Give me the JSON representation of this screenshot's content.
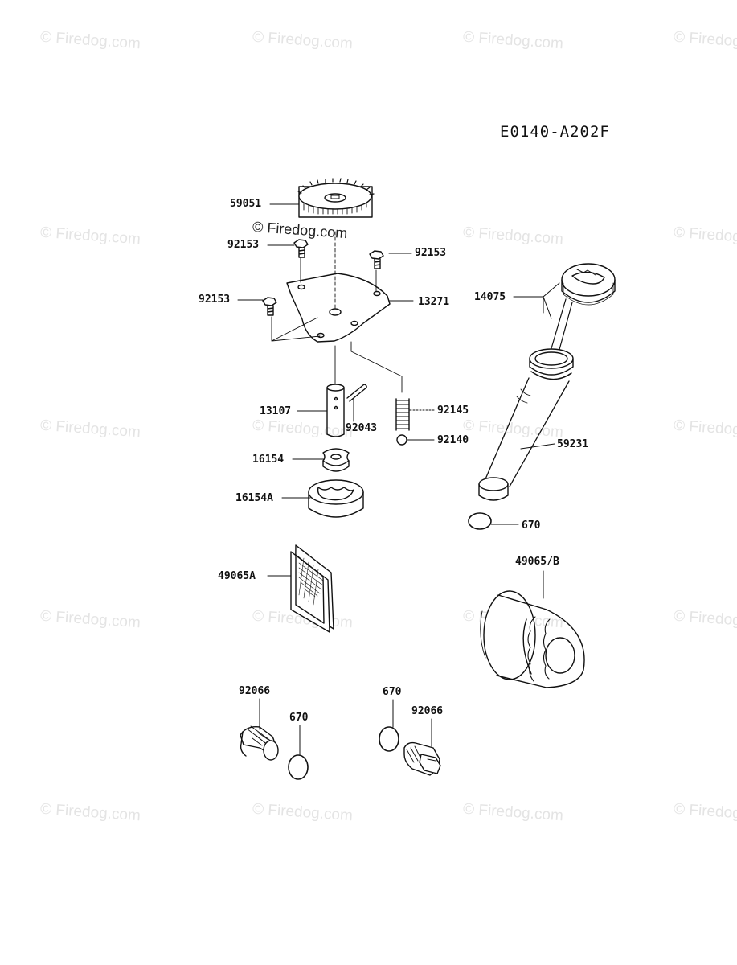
{
  "diagram_code": "E0140-A202F",
  "watermark": "© Firedog.com",
  "labels": {
    "l59051": "59051",
    "l92153_a": "92153",
    "l92153_b": "92153",
    "l92153_c": "92153",
    "l13271": "13271",
    "l13107": "13107",
    "l92043": "92043",
    "l92145": "92145",
    "l92140": "92140",
    "l16154": "16154",
    "l16154A": "16154A",
    "l14075": "14075",
    "l59231": "59231",
    "l670_a": "670",
    "l49065A": "49065A",
    "l49065B": "49065/B",
    "l92066_a": "92066",
    "l670_b": "670",
    "l670_c": "670",
    "l92066_b": "92066"
  }
}
